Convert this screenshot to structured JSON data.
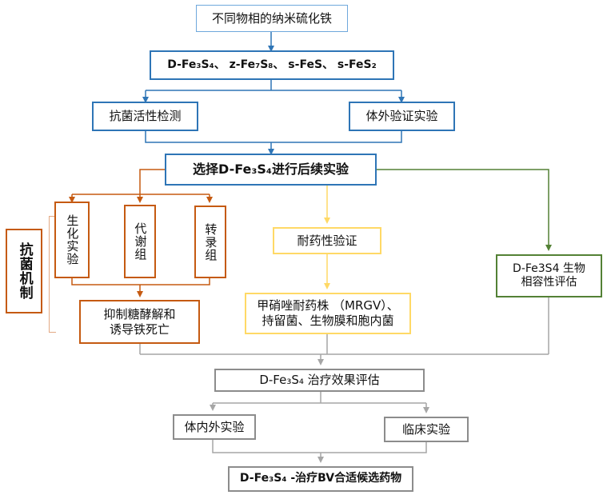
{
  "nodes": {
    "materials": "不同物相的纳米硫化铁",
    "phases": "D-Fe₃S₄、 z-Fe₇S₈、 s-FeS、 s-FeS₂",
    "antibacterial": "抗菌活性检测",
    "invitro": "体外验证实验",
    "select": "选择D-Fe₃S₄进行后续实验",
    "biochem": "生化实验",
    "metabolome": "代谢组",
    "transcriptome": "转录组",
    "mechanism": "抗菌机制",
    "glycolysis_line1": "抑制糖酵解和",
    "glycolysis_line2": "诱导铁死亡",
    "resistance": "耐药性验证",
    "mrgv_line1": "甲硝唑耐药株 （MRGV）、",
    "mrgv_line2": "持留菌、生物膜和胞内菌",
    "biocompat_line1": "D-Fe3S4 生物",
    "biocompat_line2": "相容性评估",
    "efficacy": "D-Fe₃S₄ 治疗效果评估",
    "invivo": "体内外实验",
    "clinical": "临床实验",
    "final": "D-Fe₃S₄ -治疗BV合适候选药物"
  },
  "colors": {
    "blue": "#2e75b6",
    "orange": "#c55a11",
    "yellow": "#ffd966",
    "green": "#538135",
    "gray": "#a6a6a6"
  }
}
